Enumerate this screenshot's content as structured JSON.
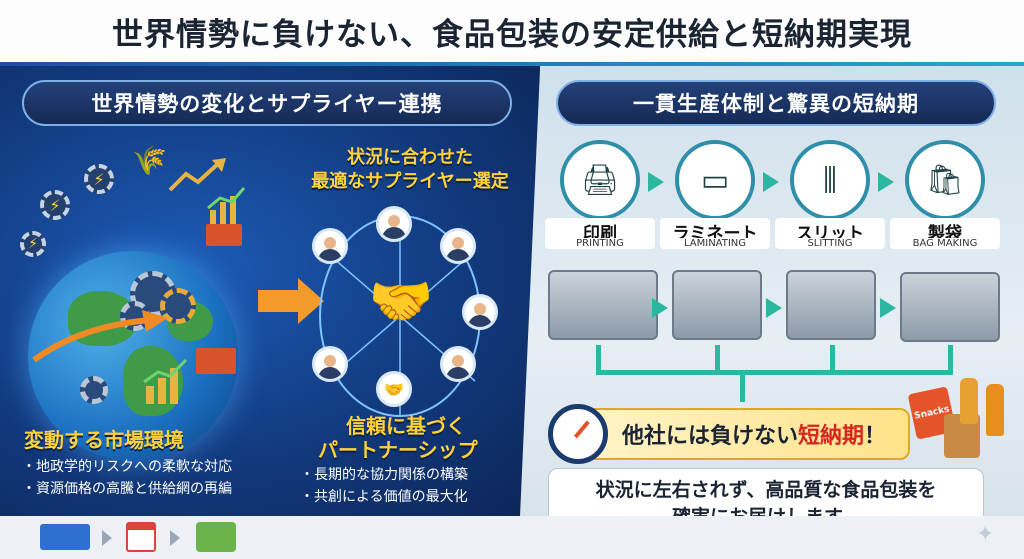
{
  "title": "世界情勢に負けない、食品包装の安定供給と短納期実現",
  "left": {
    "header": "世界情勢の変化とサプライヤー連携",
    "selection_label_line1": "状況に合わせた",
    "selection_label_line2": "最適なサプライヤー選定",
    "market_heading": "変動する市場環境",
    "market_points": [
      "・地政学的リスクへの柔軟な対応",
      "・資源価格の高騰と供給網の再編"
    ],
    "trust_heading_line1": "信頼に基づく",
    "trust_heading_line2": "パートナーシップ",
    "trust_points": [
      "・長期的な協力関係の構築",
      "・共創による価値の最大化"
    ]
  },
  "right": {
    "header": "一貫生産体制と驚異の短納期",
    "stages": [
      {
        "jp": "印刷",
        "en": "PRINTING"
      },
      {
        "jp": "ラミネート",
        "en": "LAMINATING"
      },
      {
        "jp": "スリット",
        "en": "SLITTING"
      },
      {
        "jp": "製袋",
        "en": "BAG MAKING"
      }
    ],
    "fast_prefix": "他社には負けない",
    "fast_highlight": "短納期",
    "fast_suffix": "！",
    "snack_label": "Snacks",
    "message_line1": "状況に左右されず、高品質な食品包装を",
    "message_line2": "確実にお届けします。"
  },
  "colors": {
    "accent_blue": "#1d4fa3",
    "flow_green": "#2cb8a0",
    "highlight_yellow": "#ffd23a",
    "alert_red": "#d8261e"
  }
}
